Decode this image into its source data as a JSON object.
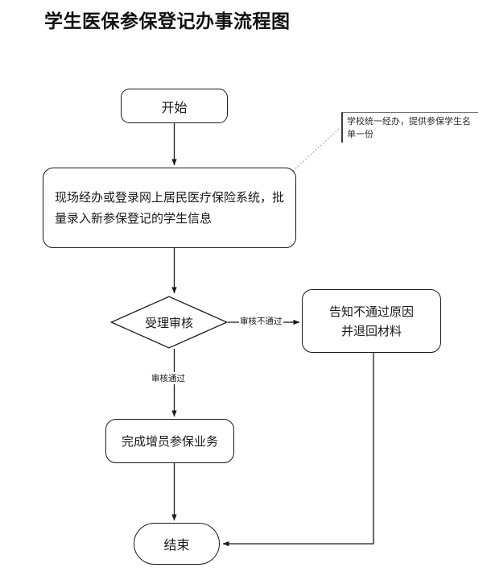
{
  "page": {
    "title": "学生医保参保登记办事流程图",
    "background_color": "#ffffff",
    "line_color": "#1a1a1a",
    "text_color": "#1a1a1a"
  },
  "flowchart": {
    "nodes": [
      {
        "id": "start",
        "shape": "rounded-rectangle",
        "label": "开始"
      },
      {
        "id": "process-entry",
        "shape": "rounded-rectangle",
        "label": "现场经办或登录网上居民医疗保险系统，批量录入新参保登记的学生信息"
      },
      {
        "id": "decision",
        "shape": "diamond",
        "label": "受理审核"
      },
      {
        "id": "reject",
        "shape": "rounded-rectangle",
        "label_line1": "告知不通过原因",
        "label_line2": "并退回材料"
      },
      {
        "id": "complete",
        "shape": "rounded-rectangle",
        "label": "完成增员参保业务"
      },
      {
        "id": "end",
        "shape": "stadium",
        "label": "结束"
      }
    ],
    "edge_labels": {
      "reject_branch": "审核不通过",
      "approve_branch": "审核通过"
    },
    "annotation": {
      "text": "学校统一经办，提供参保学生名单一份",
      "leader_style": "dotted",
      "attached_to": "process-entry"
    }
  }
}
